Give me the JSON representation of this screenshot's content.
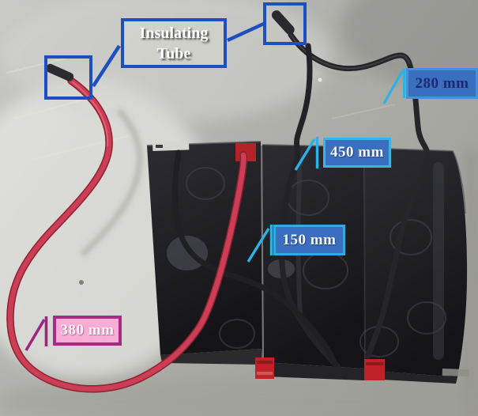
{
  "annotations": {
    "insulating_tube": {
      "line1": "Insulating",
      "line2": "Tube"
    },
    "measurements": [
      {
        "id": "m280",
        "label": "280 mm"
      },
      {
        "id": "m450",
        "label": "450 mm"
      },
      {
        "id": "m150",
        "label": "150 mm"
      },
      {
        "id": "m380",
        "label": "380 mm"
      }
    ]
  },
  "colors": {
    "annotation_blue": "#1e4fc0",
    "measure_fill_blue": "#3a6fc0",
    "measure_border_cyan": "#3cb4e0",
    "measure_text_navy": "#1b2a70",
    "measure_text_white": "#f5f8ff",
    "pink_fill": "#f6aed4",
    "pink_border": "#a82a84",
    "leader_cyan": "#2cb2e4",
    "leader_magenta": "#9f2580",
    "red_wire": "#c63a50",
    "black_wire": "#25252a",
    "battery_black": "#1d1d22",
    "table_gray": "#b4b4b0"
  }
}
